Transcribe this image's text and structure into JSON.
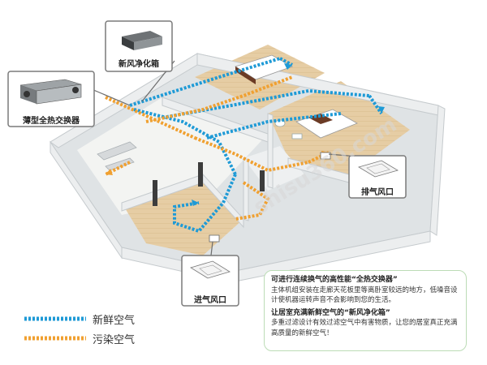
{
  "labels": {
    "heat_exchanger": "薄型全热交换器",
    "purifier": "新风净化箱",
    "exhaust_vent": "排气风口",
    "intake_vent": "进气风口"
  },
  "legend": {
    "fresh_air": "新鲜空气",
    "polluted_air": "污染空气"
  },
  "colors": {
    "fresh": "#1e9ad6",
    "polluted": "#f0a030",
    "wall": "#e8eaeb",
    "floor_wood": "#e2c9a0"
  },
  "info": {
    "heading1": "可进行连续换气的高性能“全热交换器”",
    "body1": "主体机组安装在走廊天花板里等离卧室较远的地方，低噪音设计使机器运转声音不会影响到您的生活。",
    "heading2": "让居室充满新鲜空气的“新风净化箱”",
    "body2": "多重过滤设计有效过滤空气中有害物质，让您的居室真正充满高质量的新鲜空气！"
  },
  "watermark": "shisu360.com"
}
